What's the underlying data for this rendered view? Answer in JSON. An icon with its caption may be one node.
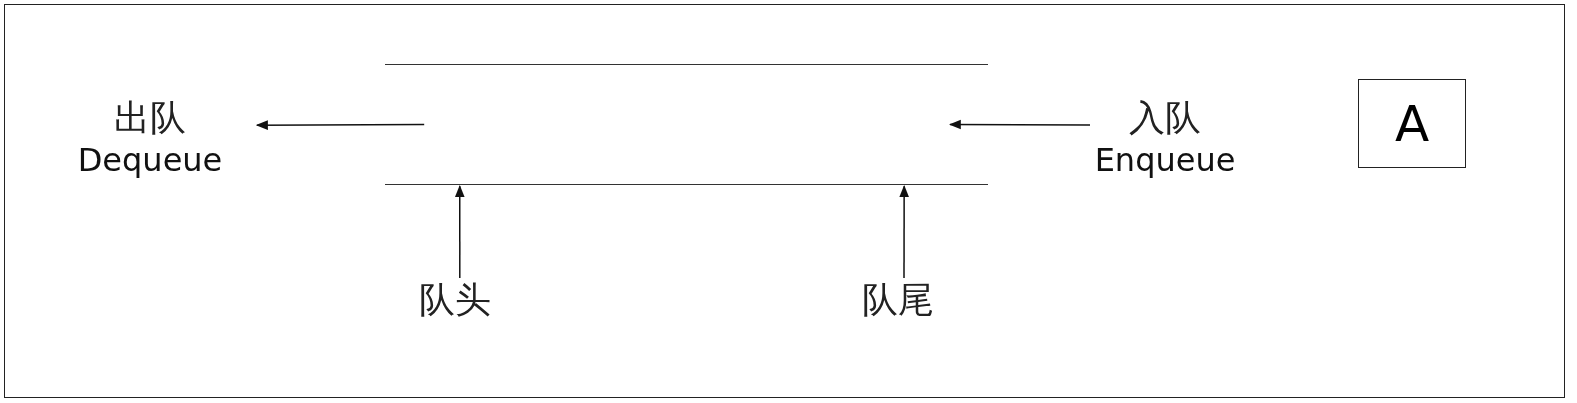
{
  "diagram": {
    "nodes": [
      {
        "text": [
          "出队",
          "Dequeue"
        ]
      },
      {
        "text": [],
        "shape": "box"
      },
      {
        "text": [
          "入队",
          "Enqueue"
        ]
      },
      {
        "text": [
          "队头"
        ]
      },
      {
        "text": [
          "队尾"
        ]
      },
      {
        "text": [
          "A"
        ]
      }
    ],
    "edges": [
      {
        "from": 1,
        "to": 0,
        "arrow": "to"
      },
      {
        "from": 2,
        "to": 1,
        "arrow": "to"
      },
      {
        "from": 3,
        "to": 1,
        "arrow": "to"
      },
      {
        "from": 4,
        "to": 1,
        "arrow": "to"
      }
    ]
  }
}
